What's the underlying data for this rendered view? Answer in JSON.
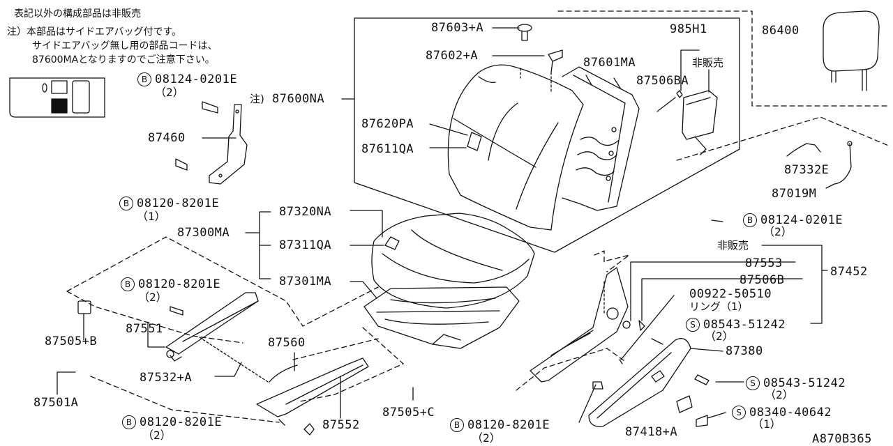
{
  "notes": {
    "line1": "表記以外の構成部品は非販売",
    "line2": "注）本部品はサイドエアバッグ付です。",
    "line3": "サイドエアバッグ無し用の部品コードは、",
    "line4": "87600MAとなりますのでご注意下さい。"
  },
  "diagram_id": "A870B365",
  "labels": {
    "p87603": "87603+A",
    "p87602": "87602+A",
    "p87601": "87601MA",
    "p985h1": "985H1",
    "p86400": "86400",
    "hihanbai_top": "非販売",
    "p87506ba": "87506BA",
    "p87600na_prefix": "注)",
    "p87600na": "87600NA",
    "p87620": "87620PA",
    "p87611": "87611QA",
    "p87332": "87332E",
    "p87019": "87019M",
    "p87460": "87460",
    "p87300": "87300MA",
    "p87320": "87320NA",
    "p87311": "87311QA",
    "p87301": "87301MA",
    "p87505b": "87505+B",
    "p87551": "87551",
    "p87532": "87532+A",
    "p87560": "87560",
    "p87501": "87501A",
    "p87552": "87552",
    "p87505c": "87505+C",
    "hihanbai_mid": "非販売",
    "p87553": "87553",
    "p87506b": "87506B",
    "p87452": "87452",
    "p00922": "00922-50510",
    "ring": "リング（1）",
    "p87380": "87380",
    "p87418": "87418+A"
  },
  "bolts": [
    {
      "id": "b1",
      "mark": "B",
      "code": "08124-0201E",
      "qty": "（2）"
    },
    {
      "id": "b2",
      "mark": "B",
      "code": "08120-8201E",
      "qty": "（1）"
    },
    {
      "id": "b3",
      "mark": "B",
      "code": "08124-0201E",
      "qty": "（2）"
    },
    {
      "id": "b4",
      "mark": "B",
      "code": "08120-8201E",
      "qty": "（2）"
    },
    {
      "id": "b5",
      "mark": "B",
      "code": "08120-8201E",
      "qty": "（2）"
    },
    {
      "id": "b6",
      "mark": "B",
      "code": "08120-8201E",
      "qty": "（2）"
    },
    {
      "id": "s1",
      "mark": "S",
      "code": "08543-51242",
      "qty": "（2）"
    },
    {
      "id": "s2",
      "mark": "S",
      "code": "08543-51242",
      "qty": "（2）"
    },
    {
      "id": "s3",
      "mark": "S",
      "code": "08340-40642",
      "qty": "（1）"
    }
  ]
}
